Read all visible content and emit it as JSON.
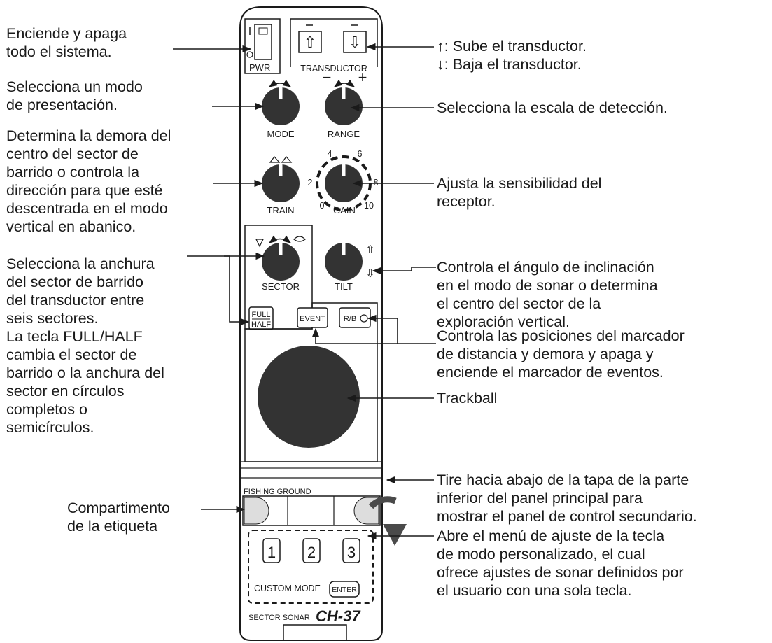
{
  "device": {
    "power_label": "PWR",
    "transducer_label": "TRANSDUCTOR",
    "transducer_up_symbol": "⇧",
    "transducer_down_symbol": "⇩",
    "mode_label": "MODE",
    "range_label": "RANGE",
    "range_minus": "−",
    "range_plus": "+",
    "train_label": "TRAIN",
    "gain_label": "GAIN",
    "gain_scale": [
      "0",
      "2",
      "4",
      "6",
      "8",
      "10"
    ],
    "sector_label": "SECTOR",
    "tilt_label": "TILT",
    "full_label": "FULL",
    "half_label": "HALF",
    "event_label": "EVENT",
    "rb_label": "R/B",
    "fishing_ground_label": "FISHING GROUND",
    "custom_keys": [
      "1",
      "2",
      "3"
    ],
    "custom_mode_label": "CUSTOM MODE",
    "enter_label": "ENTER",
    "product_label": "SECTOR SONAR",
    "model_label": "CH-37"
  },
  "annotations": {
    "power": [
      "Enciende y apaga",
      "todo el sistema."
    ],
    "transducer": [
      "↑: Sube el transductor.",
      "↓: Baja el transductor."
    ],
    "mode": [
      "Selecciona un modo",
      "de presentación."
    ],
    "range": [
      "Selecciona la escala de detección."
    ],
    "train": [
      "Determina la demora del",
      "centro del sector de",
      "barrido o controla la",
      "dirección para que esté",
      "descentrada en el modo",
      "vertical en abanico."
    ],
    "gain": [
      "Ajusta la sensibilidad del",
      "receptor."
    ],
    "sector": [
      "Selecciona la anchura",
      "del sector de barrido",
      "del transductor entre",
      "seis sectores.",
      "La tecla FULL/HALF",
      "cambia el sector de",
      "barrido o la anchura del",
      "sector en círculos",
      "completos o",
      "semicírculos."
    ],
    "tilt": [
      "Controla el ángulo de inclinación",
      "en el modo de sonar o determina",
      "el centro del sector de la",
      "exploración vertical."
    ],
    "event_rb": [
      "Controla las posiciones del marcador",
      "de distancia y demora y apaga y",
      "enciende el marcador de eventos."
    ],
    "trackball": [
      "Trackball"
    ],
    "cover": [
      "Tire hacia abajo de la tapa de la parte",
      "inferior del panel principal para",
      "mostrar el panel de control secundario."
    ],
    "label_compartment": [
      "Compartimento",
      "de la etiqueta"
    ],
    "custom_mode": [
      "Abre el menú de ajuste de la tecla",
      "de modo personalizado, el cual",
      "ofrece ajustes de sonar definidos por",
      "el usuario con una sola tecla."
    ]
  }
}
